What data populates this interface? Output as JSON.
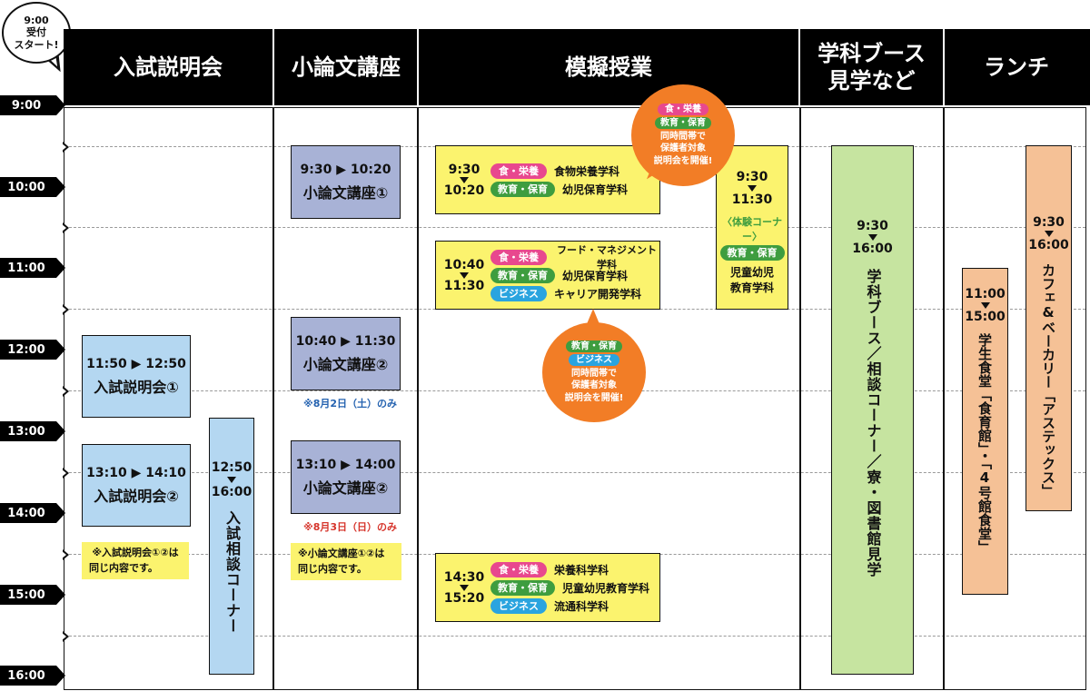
{
  "start_bubble": {
    "line1": "9:00",
    "line2": "受付",
    "line3": "スタート!"
  },
  "columns": {
    "c1": "入試説明会",
    "c2": "小論文講座",
    "c3": "模擬授業",
    "c4a": "学科ブース",
    "c4b": "見学など",
    "c5": "ランチ"
  },
  "times": [
    "9:00",
    "10:00",
    "11:00",
    "12:00",
    "13:00",
    "14:00",
    "15:00",
    "16:00"
  ],
  "nyushi": {
    "s1": {
      "time": "11:50 ▶ 12:50",
      "title": "入試説明会①"
    },
    "s2": {
      "time": "13:10 ▶ 14:10",
      "title": "入試説明会②"
    },
    "note1": "※入試説明会①②は",
    "note2": "同じ内容です。",
    "soudan": {
      "start": "12:50",
      "end": "16:00",
      "title": "入試相談コーナー"
    }
  },
  "shoronbun": {
    "s1": {
      "time": "9:30 ▶ 10:20",
      "title": "小論文講座①"
    },
    "s2": {
      "time": "10:40 ▶ 11:30",
      "title": "小論文講座②",
      "note": "※8月2日（土）のみ"
    },
    "s3": {
      "time": "13:10 ▶ 14:00",
      "title": "小論文講座②",
      "note": "※8月3日（日）のみ"
    },
    "note1": "※小論文講座①②は",
    "note2": "同じ内容です。"
  },
  "mogi": {
    "b1": {
      "start": "9:30",
      "end": "10:20",
      "rows": [
        {
          "tag": "食・栄養",
          "name": "食物栄養学科"
        },
        {
          "tag": "教育・保育",
          "name": "幼児保育学科"
        }
      ]
    },
    "b2": {
      "start": "10:40",
      "end": "11:30",
      "rows": [
        {
          "tag": "食・栄養",
          "name": "フード・マネジメント学科"
        },
        {
          "tag": "教育・保育",
          "name": "幼児保育学科"
        },
        {
          "tag": "ビジネス",
          "name": "キャリア開発学科"
        }
      ]
    },
    "b3": {
      "start": "14:30",
      "end": "15:20",
      "rows": [
        {
          "tag": "食・栄養",
          "name": "栄養科学科"
        },
        {
          "tag": "教育・保育",
          "name": "児童幼児教育学科"
        },
        {
          "tag": "ビジネス",
          "name": "流通科学科"
        }
      ]
    },
    "taiken": {
      "start": "9:30",
      "end": "11:30",
      "label": "〈体験コーナー〉",
      "tag": "教育・保育",
      "name1": "児童幼児",
      "name2": "教育学科"
    },
    "bubble1": {
      "tag1": "食・栄養",
      "tag2": "教育・保育",
      "l1": "同時間帯で",
      "l2": "保護者対象",
      "l3": "説明会を開催!"
    },
    "bubble2": {
      "tag1": "教育・保育",
      "tag2": "ビジネス",
      "l1": "同時間帯で",
      "l2": "保護者対象",
      "l3": "説明会を開催!"
    }
  },
  "booth": {
    "start": "9:30",
    "end": "16:00",
    "title": "学科ブース／相談コーナー／寮・図書館見学"
  },
  "lunch": {
    "shokudo": {
      "start": "11:00",
      "end": "15:00",
      "title": "学生食堂「食育館」・「4号館食堂」"
    },
    "cafe": {
      "start": "9:30",
      "end": "16:00",
      "title": "カフェ&ベーカリー「アステックス」"
    }
  },
  "colors": {
    "blue": "#b4d7f1",
    "lavender": "#a8b2d6",
    "yellow": "#fbf36e",
    "green": "#c6e4a0",
    "peach": "#f5c196",
    "orange": "#f27d26",
    "pink": "#e8488e",
    "tag_green": "#3e9d3f",
    "tag_blue": "#2aa4df"
  }
}
